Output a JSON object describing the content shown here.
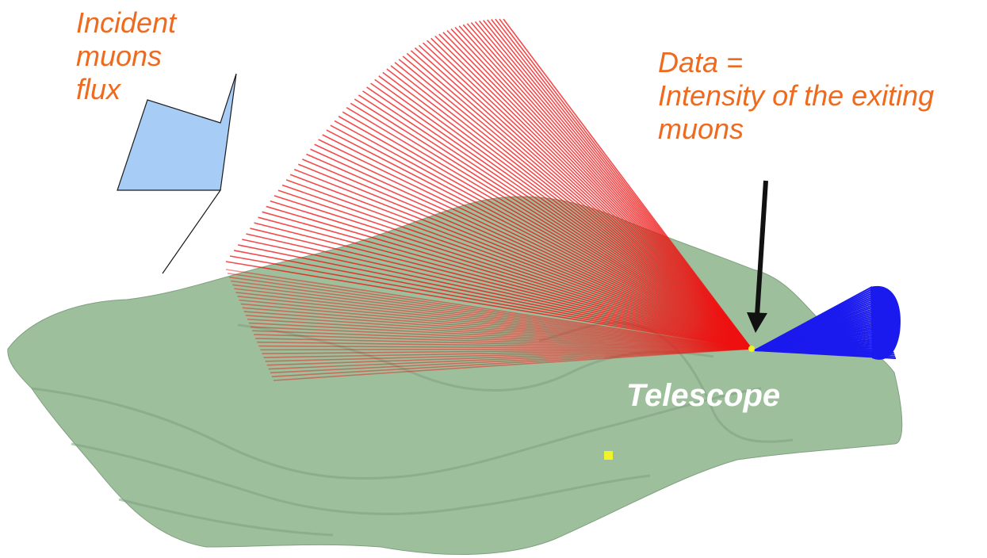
{
  "labels": {
    "incident": [
      "Incident",
      "muons",
      "flux"
    ],
    "data_line1": "Data =",
    "data_line2": "Intensity of the exiting",
    "data_line3": "muons",
    "telescope": "Telescope"
  },
  "colors": {
    "annotation_text": "#ee6a1e",
    "telescope_text": "#ffffff",
    "terrain": "#9ebf9c",
    "terrain_shadow": "#7fa180",
    "rays": "#ee1111",
    "telescope_rays": "#1a1aee",
    "arrow_fill": "#a7cdf7",
    "arrow_stroke": "#1a1a1a",
    "pointer": "#111111",
    "marker": "#f2f22a"
  },
  "icons": {
    "incident_arrow": "lightning-arrow-icon",
    "pointer": "down-arrow-icon"
  }
}
